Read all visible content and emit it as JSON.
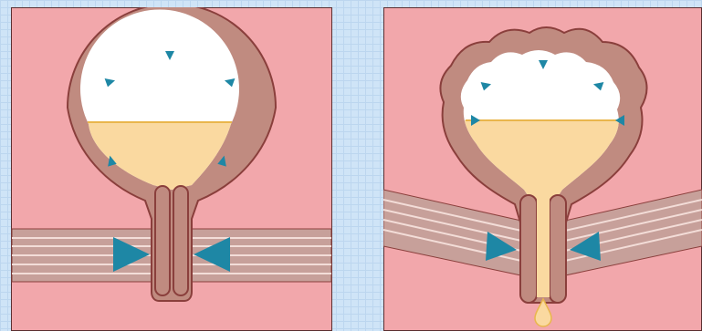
{
  "colors": {
    "panel_fill": "#f2a7ab",
    "panel_border": "#5b2f30",
    "wall": "#c08b80",
    "wall_outline": "#8a3f3c",
    "urine": "#fad9a0",
    "urine_line": "#e9b64c",
    "air": "#ffffff",
    "muscle_band": "#c7a09a",
    "muscle_line": "#f3ddd8",
    "arrow": "#1e87a5",
    "background": "#cfe4f7"
  },
  "panels": [
    {
      "id": "left",
      "state": "bladder-relaxed-sphincter-closed",
      "icons": [
        "pressure-arrow-icon",
        "sphincter-arrow-icon"
      ]
    },
    {
      "id": "right",
      "state": "bladder-contracting-sphincter-open",
      "icons": [
        "pressure-arrow-icon",
        "sphincter-arrow-icon",
        "droplet-icon"
      ]
    }
  ]
}
